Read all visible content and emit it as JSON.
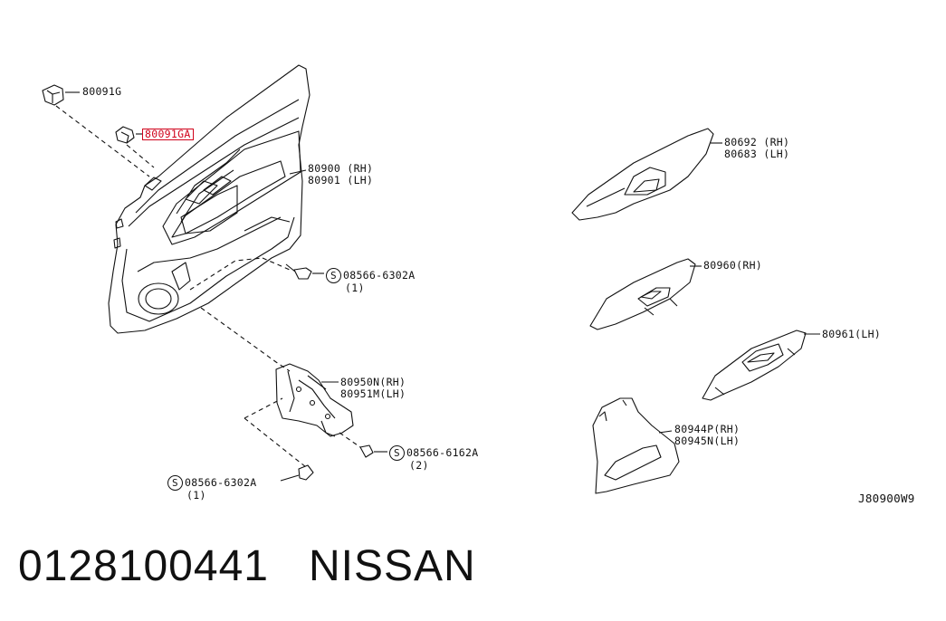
{
  "labels": {
    "p80091g": "80091G",
    "p80091ga": "80091GA",
    "p80900": "80900 (RH)",
    "p80901": "80901 (LH)",
    "p80692": "80692 (RH)",
    "p80683": "80683 (LH)",
    "p80960": "80960(RH)",
    "p80961": "80961(LH)",
    "p80950": "80950N(RH)",
    "p80951": "80951M(LH)",
    "p80944": "80944P(RH)",
    "p80945": "80945N(LH)",
    "screw1_sym": "S",
    "screw1_num": "08566-6302A",
    "screw1_qty": "(1)",
    "screw2_sym": "S",
    "screw2_num": "08566-6162A",
    "screw2_qty": "(2)",
    "screw3_sym": "S",
    "screw3_num": "08566-6302A",
    "screw3_qty": "(1)",
    "diagram_code": "J80900W9"
  },
  "footer": {
    "part_number": "0128100441",
    "brand": "NISSAN"
  },
  "colors": {
    "highlight": "#d0021b",
    "line": "#111111"
  }
}
